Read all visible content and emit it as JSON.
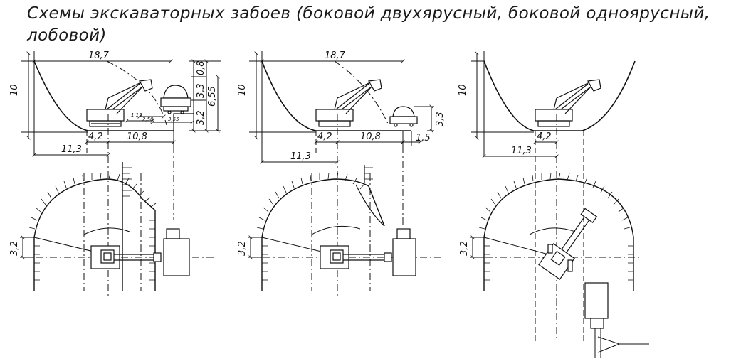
{
  "title": "Схемы экскаваторных забоев (боковой двухярусный, боковой одноярусный, лобовой)",
  "scheme1": {
    "width": "18,7",
    "depth": "10",
    "d_top": "0,8",
    "d_car": "3,3",
    "d_tier": "3,2",
    "d_total": "6,55",
    "w_step": "4,2",
    "w_reach": "10,8",
    "w_offset": "11,3",
    "w_115": "1,15",
    "w_250": "2,50",
    "w_355": "3,55",
    "plan_dim": "3,2"
  },
  "scheme2": {
    "width": "18,7",
    "depth": "10",
    "d_car": "3,3",
    "w_step": "4,2",
    "w_reach": "10,8",
    "w_gap": "1,5",
    "w_offset": "11,3",
    "plan_dim": "3,2"
  },
  "scheme3": {
    "depth": "10",
    "w_step": "4,2",
    "w_offset": "11,3",
    "plan_dim": "3,2"
  }
}
